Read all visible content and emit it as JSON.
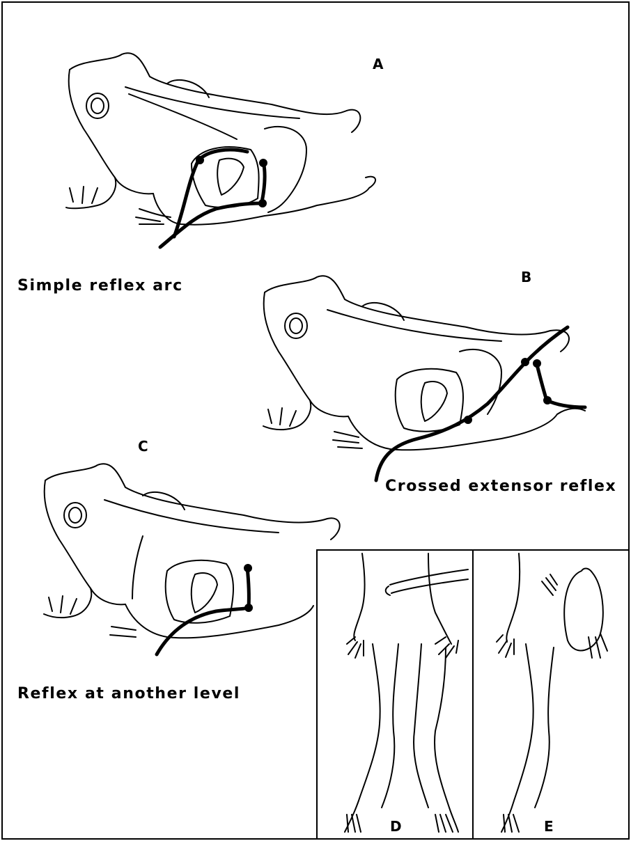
{
  "panels": {
    "a": {
      "letter": "A",
      "caption": "Simple reflex arc"
    },
    "b": {
      "letter": "B",
      "caption": "Crossed extensor reflex"
    },
    "c": {
      "letter": "C",
      "caption": "Reflex at another level"
    },
    "d": {
      "letter": "D"
    },
    "e": {
      "letter": "E"
    }
  },
  "colors": {
    "ink": "#000000",
    "paper": "#ffffff"
  }
}
